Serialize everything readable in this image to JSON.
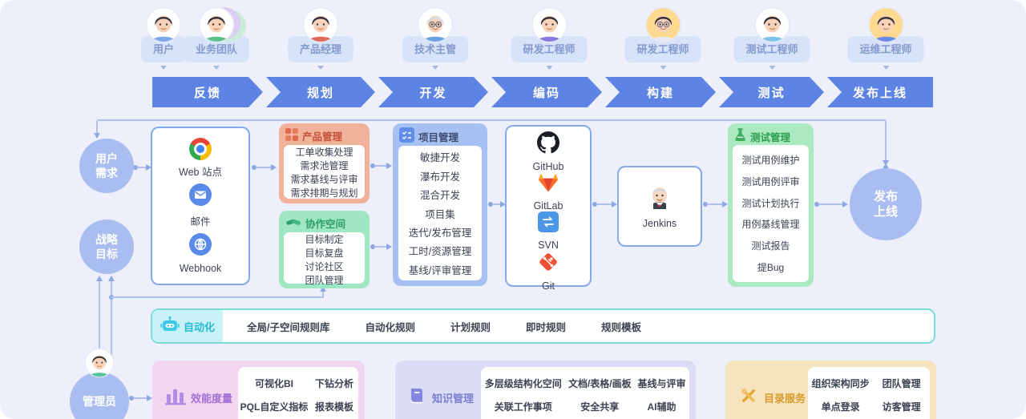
{
  "roles": [
    {
      "label": "用户",
      "avatar": "user-avatar"
    },
    {
      "label": "业务团队",
      "avatar": "business-team-avatar"
    },
    {
      "label": "产品经理",
      "avatar": "product-manager-avatar"
    },
    {
      "label": "技术主管",
      "avatar": "tech-lead-avatar"
    },
    {
      "label": "研发工程师",
      "avatar": "dev-engineer-avatar"
    },
    {
      "label": "研发工程师",
      "avatar": "dev-engineer-avatar"
    },
    {
      "label": "测试工程师",
      "avatar": "test-engineer-avatar"
    },
    {
      "label": "运维工程师",
      "avatar": "ops-engineer-avatar"
    }
  ],
  "stages": [
    "反馈",
    "规划",
    "开发",
    "编码",
    "构建",
    "测试",
    "发布上线"
  ],
  "circles": {
    "user_needs": {
      "line1": "用户",
      "line2": "需求"
    },
    "strategy": {
      "line1": "战略",
      "line2": "目标"
    },
    "release": {
      "line1": "发布",
      "line2": "上线"
    },
    "admin": {
      "label": "管理员"
    }
  },
  "boxes": {
    "entry": {
      "items": [
        {
          "icon": "chrome-icon",
          "label": "Web 站点"
        },
        {
          "icon": "mail-icon",
          "label": "邮件"
        },
        {
          "icon": "webhook-icon",
          "label": "Webhook"
        }
      ]
    },
    "product": {
      "title": "产品管理",
      "items": [
        "工单收集处理",
        "需求池管理",
        "需求基线与评审",
        "需求排期与规划"
      ]
    },
    "collab": {
      "title": "协作空间",
      "items": [
        "目标制定",
        "目标复盘",
        "讨论社区",
        "团队管理"
      ]
    },
    "project": {
      "title": "项目管理",
      "items": [
        "敏捷开发",
        "瀑布开发",
        "混合开发",
        "项目集",
        "迭代/发布管理",
        "工时/资源管理",
        "基线/评审管理"
      ]
    },
    "repo": {
      "items": [
        {
          "icon": "github-icon",
          "label": "GitHub"
        },
        {
          "icon": "gitlab-icon",
          "label": "GitLab"
        },
        {
          "icon": "svn-icon",
          "label": "SVN"
        },
        {
          "icon": "git-icon",
          "label": "Git"
        }
      ]
    },
    "ci": {
      "items": [
        {
          "icon": "jenkins-icon",
          "label": "Jenkins"
        }
      ]
    },
    "test": {
      "title": "测试管理",
      "items": [
        "测试用例维护",
        "测试用例评审",
        "测试计划执行",
        "用例基线管理",
        "测试报告",
        "提Bug"
      ]
    },
    "automation": {
      "title": "自动化",
      "items": [
        "全局/子空间规则库",
        "自动化规则",
        "计划规则",
        "即时规则",
        "规则模板"
      ]
    },
    "perf": {
      "title": "效能度量",
      "items": [
        "可视化BI",
        "下钻分析",
        "PQL自定义指标",
        "报表模板"
      ]
    },
    "knowledge": {
      "title": "知识管理",
      "items": [
        "多层级结构化空间",
        "文档/表格/画板",
        "基线与评审",
        "关联工作事项",
        "安全共享",
        "AI辅助"
      ]
    },
    "directory": {
      "title": "目录服务",
      "items": [
        "组织架构同步",
        "团队管理",
        "单点登录",
        "访客管理"
      ]
    }
  },
  "colors": {
    "background": "#edeffb",
    "stage_blue": "#5d83e3",
    "node_blue": "#a9bdf0",
    "box_border_blue": "#85a9ea",
    "product_bg": "#f0b29a",
    "product_accent": "#c4503a",
    "collab_bg": "#9fe6c3",
    "collab_accent": "#2d9e66",
    "project_bg": "#a6c1f1",
    "project_accent": "#3e4b6e",
    "test_bg": "#abe9c0",
    "test_accent": "#2f9e50",
    "automation_border": "#7bdcd6",
    "automation_accent": "#27b9d8",
    "perf_bg": "#f2d5ee",
    "perf_accent": "#a372d6",
    "knowledge_bg": "#dddcf6",
    "knowledge_accent": "#7b7fd0",
    "directory_bg": "#f6e4be",
    "directory_accent": "#d99a2b",
    "connector": "#8ea7e2"
  }
}
